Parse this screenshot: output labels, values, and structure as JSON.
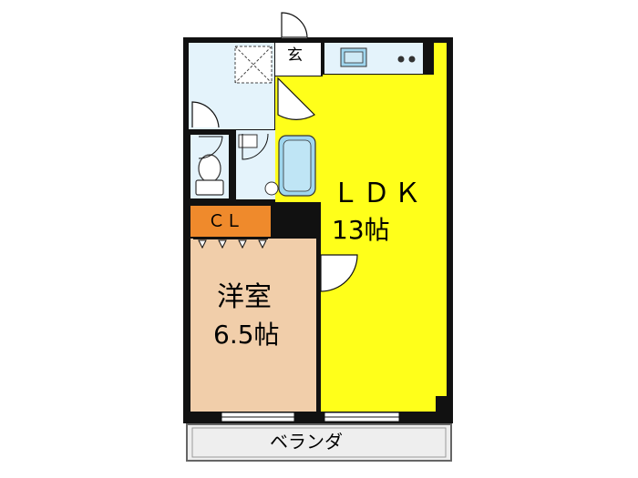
{
  "rooms": {
    "ldk": {
      "name": "ＬＤＫ",
      "size": "13帖",
      "color": "#ffff1a"
    },
    "western": {
      "name": "洋室",
      "size": "6.5帖",
      "color": "#f1ceaa"
    },
    "closet": {
      "name": "ＣＬ",
      "color": "#ef8a2c"
    },
    "entrance": {
      "name": "玄"
    },
    "veranda": {
      "name": "ベランダ"
    }
  },
  "colors": {
    "wet_area": "#e4f3fb",
    "wall": "#111111",
    "fixture_blue": "#9fd6ee",
    "veranda_fill": "#eeeeee"
  },
  "icons": [
    "door-swing-icon",
    "toilet-icon",
    "bathtub-icon",
    "sink-icon",
    "stove-icon",
    "washer-icon"
  ]
}
